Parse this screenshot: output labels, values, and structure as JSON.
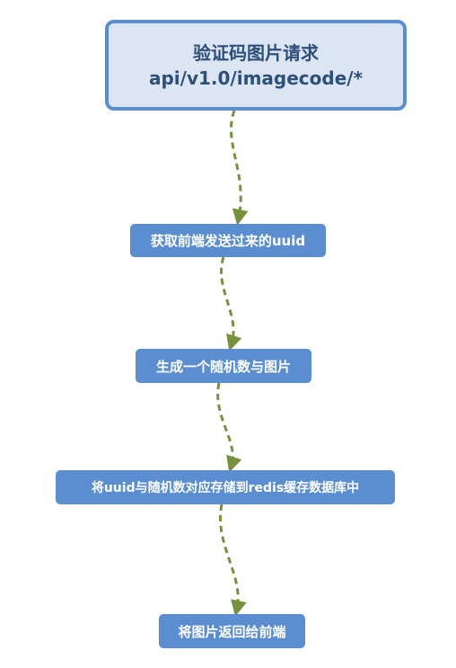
{
  "flow": {
    "start": {
      "title": "验证码图片请求",
      "path": "api/v1.0/imagecode/*"
    },
    "steps": [
      {
        "label": "获取前端发送过来的uuid"
      },
      {
        "label": "生成一个随机数与图片"
      },
      {
        "label": "将uuid与随机数对应存储到redis缓存数据库中"
      },
      {
        "label": "将图片返回给前端"
      }
    ]
  },
  "colors": {
    "start_fill": "#dce6f2",
    "start_border": "#5b8ed0",
    "start_text": "#2e4f7a",
    "step_fill": "#5b8ed0",
    "step_text": "#ffffff",
    "edge": "#76923c"
  }
}
